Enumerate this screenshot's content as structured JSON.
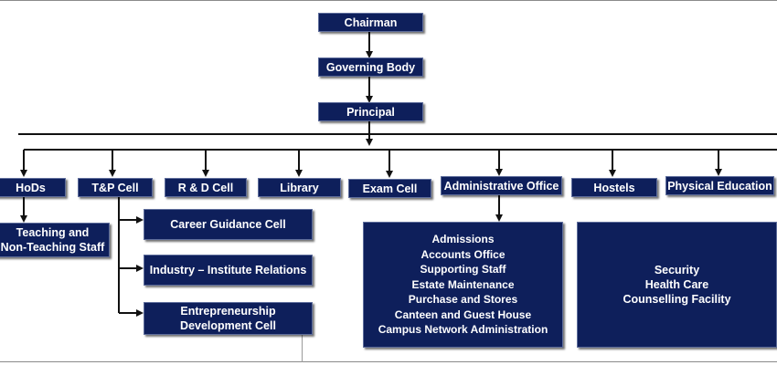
{
  "org_chart": {
    "top": {
      "chairman": "Chairman",
      "governing_body": "Governing Body",
      "principal": "Principal"
    },
    "departments": {
      "hods": "HoDs",
      "tp_cell": "T&P Cell",
      "rd_cell": "R & D Cell",
      "library": "Library",
      "exam_cell": "Exam Cell",
      "admin_office": "Administrative Office",
      "hostels": "Hostels",
      "physical_education": "Physical Education"
    },
    "hod_children": {
      "staff": "Teaching and\nNon-Teaching Staff"
    },
    "tp_children": {
      "career_guidance": "Career Guidance Cell",
      "industry_relations": "Industry – Institute Relations",
      "entrepreneurship": "Entrepreneurship\nDevelopment Cell"
    },
    "admin_children": {
      "list": "Admissions\nAccounts Office\nSupporting Staff\nEstate Maintenance\nPurchase and Stores\nCanteen and Guest House\nCampus Network Administration"
    },
    "right_panel": {
      "list": "Security\nHealth Care\nCounselling Facility"
    }
  },
  "colors": {
    "box_fill": "#0e1f5b",
    "box_text": "#ffffff",
    "connector": "#111111"
  }
}
